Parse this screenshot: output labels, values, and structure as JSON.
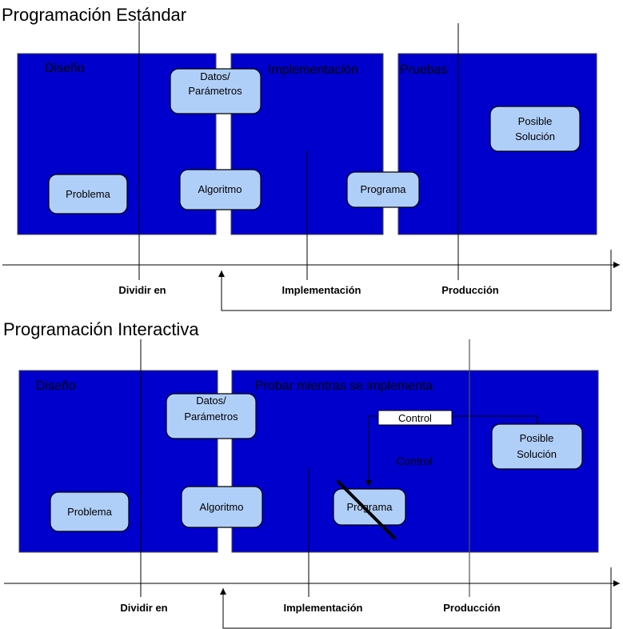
{
  "standard": {
    "title": "Programación Estándar",
    "phases": [
      "Diseño",
      "Implementación",
      "Pruebas"
    ],
    "boxes": {
      "datos_line1": "Datos/",
      "datos_line2": "Parámetros",
      "algoritmo": "Algoritmo",
      "problema": "Problema",
      "programa": "Programa",
      "solucion_line1": "Posible",
      "solucion_line2": "Solución"
    },
    "timeline": [
      "Dividir en",
      "Implementación",
      "Producción"
    ]
  },
  "interactive": {
    "title": "Programación Interactiva",
    "phases": [
      "Diseño",
      "Probar mientras se implementa"
    ],
    "boxes": {
      "datos_line1": "Datos/",
      "datos_line2": "Parámetros",
      "algoritmo": "Algoritmo",
      "problema": "Problema",
      "programa": "Programa",
      "solucion_line1": "Posible",
      "solucion_line2": "Solución"
    },
    "control_box": "Control",
    "control_label": "Control",
    "timeline": [
      "Dividir en",
      "Implementación",
      "Producción"
    ]
  },
  "colors": {
    "panel": "#0000cc",
    "box": "#b0cff8"
  }
}
